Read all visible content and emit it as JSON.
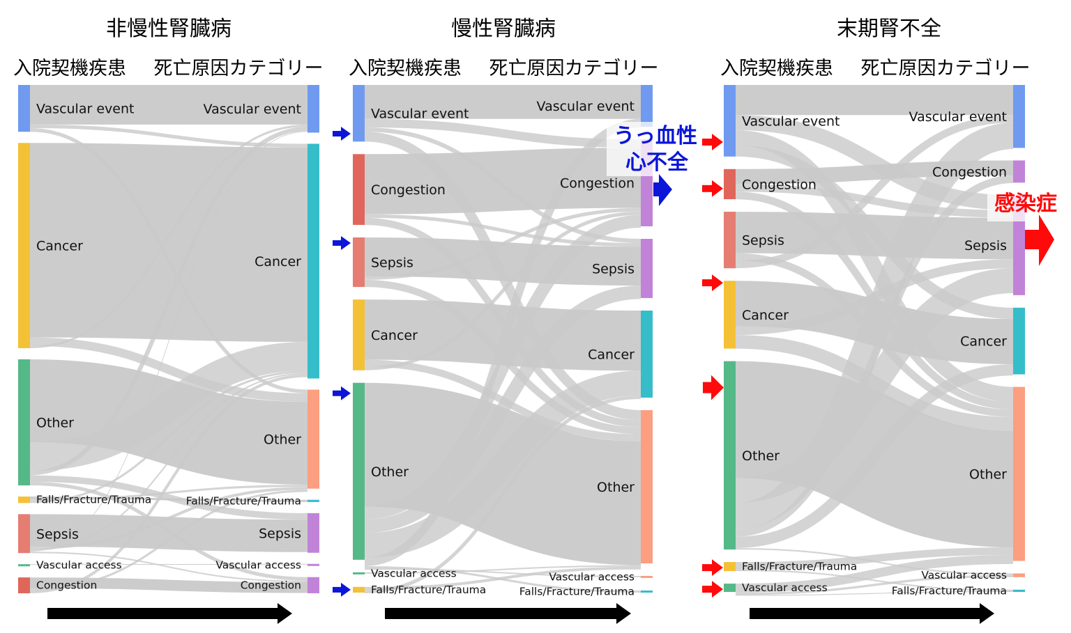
{
  "colors": {
    "vascular_event": "#6f9af0",
    "cancer_left": "#f4c136",
    "other_left": "#54b987",
    "falls": "#f4c136",
    "sepsis": "#e57d72",
    "vascular_access_left": "#54b987",
    "congestion": "#e0665b",
    "cancer_right": "#35bdca",
    "other_right": "#fb9f80",
    "sepsis_right": "#c183d8",
    "congestion_right": "#c183d8",
    "falls_right": "#35bdca",
    "link": "#c9c9c9",
    "blue_arrow": "#0b16d8",
    "red_arrow": "#ff0a0a"
  },
  "panels": [
    {
      "title": "非慢性腎臓病",
      "source_header": "入院契機疾患",
      "target_header": "死亡原因カテゴリー",
      "sources": [
        {
          "name": "Vascular event",
          "value": 6.5,
          "color": "#6f9af0"
        },
        {
          "name": "Cancer",
          "value": 28.5,
          "color": "#f4c136"
        },
        {
          "name": "Other",
          "value": 17.5,
          "color": "#54b987"
        },
        {
          "name": "Falls/Fracture/Trauma",
          "value": 0.9,
          "color": "#f4c136"
        },
        {
          "name": "Sepsis",
          "value": 5.4,
          "color": "#e57d72"
        },
        {
          "name": "Vascular access",
          "value": 0.1,
          "color": "#54b987"
        },
        {
          "name": "Congestion",
          "value": 2.2,
          "color": "#e0665b"
        }
      ],
      "targets": [
        {
          "name": "Vascular event",
          "value": 6.5,
          "color": "#6f9af0"
        },
        {
          "name": "Cancer",
          "value": 32.0,
          "color": "#35bdca"
        },
        {
          "name": "Other",
          "value": 13.5,
          "color": "#fb9f80"
        },
        {
          "name": "Falls/Fracture/Trauma",
          "value": 0.3,
          "color": "#35bdca"
        },
        {
          "name": "Sepsis",
          "value": 5.4,
          "color": "#c183d8"
        },
        {
          "name": "Vascular access",
          "value": 0.1,
          "color": "#c183d8"
        },
        {
          "name": "Congestion",
          "value": 2.2,
          "color": "#c183d8"
        }
      ],
      "links": [
        [
          0,
          0,
          5.5
        ],
        [
          0,
          1,
          0.5
        ],
        [
          0,
          2,
          0.5
        ],
        [
          1,
          1,
          27.0
        ],
        [
          1,
          2,
          1.2
        ],
        [
          1,
          0,
          0.3
        ],
        [
          2,
          2,
          11.5
        ],
        [
          2,
          1,
          4.0
        ],
        [
          2,
          0,
          0.6
        ],
        [
          2,
          4,
          0.9
        ],
        [
          2,
          6,
          0.5
        ],
        [
          3,
          3,
          0.3
        ],
        [
          3,
          2,
          0.3
        ],
        [
          3,
          1,
          0.3
        ],
        [
          4,
          4,
          4.5
        ],
        [
          4,
          2,
          0.4
        ],
        [
          4,
          1,
          0.2
        ],
        [
          4,
          0,
          0.1
        ],
        [
          4,
          6,
          0.2
        ],
        [
          5,
          5,
          0.1
        ],
        [
          6,
          6,
          1.5
        ],
        [
          6,
          2,
          0.3
        ],
        [
          6,
          1,
          0.4
        ]
      ]
    },
    {
      "title": "慢性腎臓病",
      "source_header": "入院契機疾患",
      "target_header": "死亡原因カテゴリー",
      "sources": [
        {
          "name": "Vascular event",
          "value": 8.0,
          "color": "#6f9af0"
        },
        {
          "name": "Congestion",
          "value": 10.0,
          "color": "#e0665b"
        },
        {
          "name": "Sepsis",
          "value": 7.0,
          "color": "#e57d72"
        },
        {
          "name": "Cancer",
          "value": 10.0,
          "color": "#f4c136"
        },
        {
          "name": "Other",
          "value": 25.0,
          "color": "#54b987"
        },
        {
          "name": "Vascular access",
          "value": 0.2,
          "color": "#54b987"
        },
        {
          "name": "Falls/Fracture/Trauma",
          "value": 0.8,
          "color": "#f4c136"
        }
      ],
      "targets": [
        {
          "name": "Vascular event",
          "value": 6.0,
          "color": "#6f9af0"
        },
        {
          "name": "Congestion",
          "value": 12.5,
          "color": "#c183d8"
        },
        {
          "name": "Sepsis",
          "value": 8.5,
          "color": "#c183d8"
        },
        {
          "name": "Cancer",
          "value": 12.5,
          "color": "#35bdca"
        },
        {
          "name": "Other",
          "value": 22.0,
          "color": "#fb9f80"
        },
        {
          "name": "Vascular access",
          "value": 0.2,
          "color": "#fb9f80"
        },
        {
          "name": "Falls/Fracture/Trauma",
          "value": 0.3,
          "color": "#35bdca"
        }
      ],
      "links": [
        [
          0,
          0,
          4.8
        ],
        [
          0,
          1,
          1.2
        ],
        [
          0,
          2,
          0.6
        ],
        [
          0,
          4,
          1.4
        ],
        [
          1,
          1,
          8.5
        ],
        [
          1,
          2,
          0.5
        ],
        [
          1,
          4,
          1.0
        ],
        [
          2,
          2,
          5.5
        ],
        [
          2,
          1,
          0.5
        ],
        [
          2,
          4,
          1.0
        ],
        [
          3,
          3,
          8.5
        ],
        [
          3,
          4,
          1.0
        ],
        [
          3,
          1,
          0.5
        ],
        [
          4,
          4,
          17.5
        ],
        [
          4,
          1,
          1.8
        ],
        [
          4,
          2,
          1.9
        ],
        [
          4,
          3,
          3.5
        ],
        [
          4,
          0,
          1.2
        ],
        [
          4,
          6,
          0.3
        ],
        [
          4,
          5,
          0.2
        ],
        [
          4,
          1,
          0.0
        ],
        [
          5,
          4,
          0.2
        ],
        [
          6,
          4,
          0.4
        ],
        [
          6,
          3,
          0.5
        ]
      ]
    },
    {
      "title": "末期腎不全",
      "source_header": "入院契機疾患",
      "target_header": "死亡原因カテゴリー",
      "sources": [
        {
          "name": "Vascular event",
          "value": 9.5,
          "color": "#6f9af0"
        },
        {
          "name": "Congestion",
          "value": 4.0,
          "color": "#e0665b"
        },
        {
          "name": "Sepsis",
          "value": 7.5,
          "color": "#e57d72"
        },
        {
          "name": "Cancer",
          "value": 9.0,
          "color": "#f4c136"
        },
        {
          "name": "Other",
          "value": 25.0,
          "color": "#54b987"
        },
        {
          "name": "Falls/Fracture/Trauma",
          "value": 1.2,
          "color": "#f4c136"
        },
        {
          "name": "Vascular access",
          "value": 1.1,
          "color": "#54b987"
        }
      ],
      "targets": [
        {
          "name": "Vascular event",
          "value": 8.5,
          "color": "#6f9af0"
        },
        {
          "name": "Congestion",
          "value": 3.0,
          "color": "#c183d8"
        },
        {
          "name": "Sepsis",
          "value": 13.5,
          "color": "#c183d8"
        },
        {
          "name": "Cancer",
          "value": 9.0,
          "color": "#35bdca"
        },
        {
          "name": "Other",
          "value": 23.5,
          "color": "#fb9f80"
        },
        {
          "name": "Vascular access",
          "value": 0.5,
          "color": "#fb9f80"
        },
        {
          "name": "Falls/Fracture/Trauma",
          "value": 0.3,
          "color": "#35bdca"
        }
      ],
      "links": [
        [
          0,
          0,
          4.0
        ],
        [
          0,
          2,
          2.0
        ],
        [
          0,
          4,
          2.0
        ],
        [
          0,
          3,
          1.5
        ],
        [
          1,
          1,
          2.0
        ],
        [
          1,
          2,
          1.0
        ],
        [
          1,
          4,
          1.0
        ],
        [
          2,
          2,
          5.5
        ],
        [
          2,
          4,
          1.0
        ],
        [
          2,
          0,
          1.0
        ],
        [
          3,
          3,
          6.0
        ],
        [
          3,
          2,
          1.2
        ],
        [
          3,
          4,
          1.8
        ],
        [
          4,
          4,
          15.5
        ],
        [
          4,
          2,
          3.3
        ],
        [
          4,
          0,
          3.5
        ],
        [
          4,
          1,
          1.0
        ],
        [
          4,
          3,
          1.5
        ],
        [
          4,
          5,
          0.2
        ],
        [
          5,
          4,
          1.0
        ],
        [
          5,
          6,
          0.2
        ],
        [
          6,
          4,
          1.2
        ],
        [
          6,
          5,
          0.3
        ],
        [
          6,
          6,
          0.1
        ]
      ]
    }
  ],
  "callouts": {
    "heart_failure_line1": "うっ血性",
    "heart_failure_line2": "心不全",
    "infection": "感染症"
  }
}
